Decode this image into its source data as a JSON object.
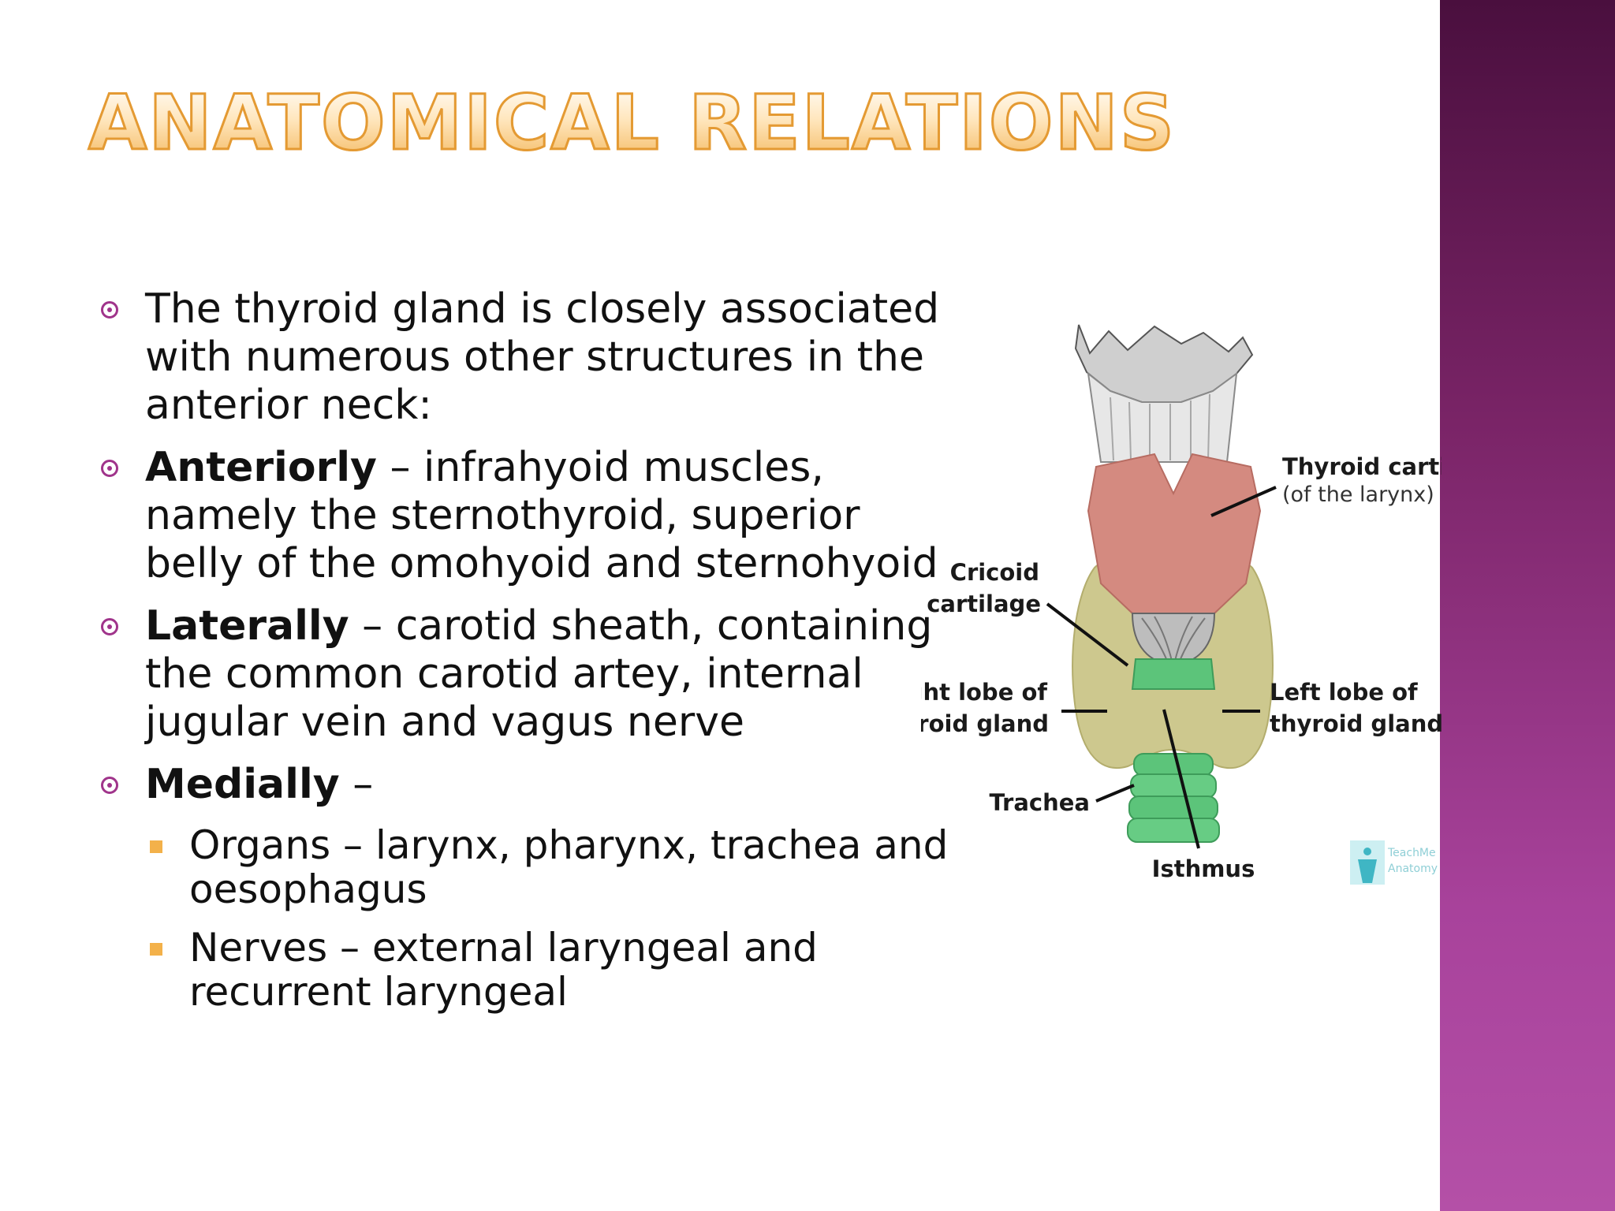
{
  "slide": {
    "title": "Anatomical Relations",
    "bullets": [
      {
        "lead": "",
        "text": "The thyroid gland is closely associated with numerous other structures in the anterior neck:"
      },
      {
        "lead": "Anteriorly",
        "text": " – infrahyoid muscles, namely the sternothyroid, superior belly of the omohyoid and sternohyoid"
      },
      {
        "lead": "Laterally",
        "text": " – carotid sheath, containing the common carotid artey, internal jugular vein and vagus nerve"
      },
      {
        "lead": "Medially",
        "text": " –"
      }
    ],
    "sub_bullets": [
      "Organs – larynx, pharynx, trachea and oesophagus",
      "Nerves – external laryngeal and recurrent laryngeal"
    ]
  },
  "diagram": {
    "labels": {
      "thyroid_cartilage": "Thyroid cartilage",
      "thyroid_cartilage_sub": "(of the larynx)",
      "cricoid_line1": "Cricoid",
      "cricoid_line2": "cartilage",
      "right_lobe_line1": "Right lobe of",
      "right_lobe_line2": "thyroid gland",
      "left_lobe_line1": "Left lobe of",
      "left_lobe_line2": "thyroid gland",
      "trachea": "Trachea",
      "isthmus": "Isthmus"
    },
    "watermark_line1": "TeachMe",
    "watermark_line2": "Anatomy",
    "colors": {
      "thyroid_cartilage": "#d48a80",
      "gland": "#cdc88e",
      "trachea": "#5cc47a",
      "hyoid": "#cfcfcf",
      "accent": "#a0348b",
      "sub_bullet": "#f3b14a",
      "title_outline": "#e49a33"
    }
  }
}
